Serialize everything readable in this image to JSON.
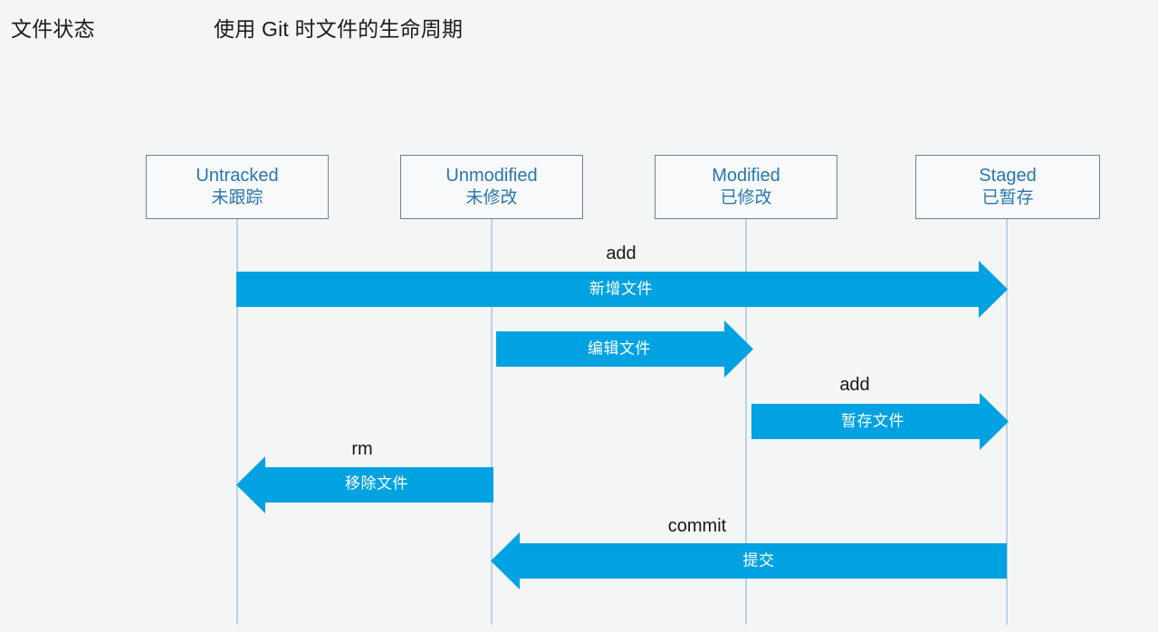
{
  "header": {
    "left_label": "文件状态",
    "title": "使用 Git 时文件的生命周期"
  },
  "colors": {
    "background": "#f4f5f5",
    "arrow_blue": "#00a2e1",
    "box_border": "#6b8299",
    "box_text": "#2b76ab",
    "lifeline": "#bcd2e3",
    "command_text": "#171717",
    "arrow_label_text": "#ffffff"
  },
  "actors": [
    {
      "id": "untracked",
      "en": "Untracked",
      "zh": "未跟踪"
    },
    {
      "id": "unmodified",
      "en": "Unmodified",
      "zh": "未修改"
    },
    {
      "id": "modified",
      "en": "Modified",
      "zh": "已修改"
    },
    {
      "id": "staged",
      "en": "Staged",
      "zh": "已暂存"
    }
  ],
  "transitions": [
    {
      "id": "add-new-file",
      "command": "add",
      "label": "新增文件",
      "from": "untracked",
      "to": "staged",
      "direction": "right"
    },
    {
      "id": "edit-file",
      "command": "",
      "label": "编辑文件",
      "from": "unmodified",
      "to": "modified",
      "direction": "right"
    },
    {
      "id": "add-stage-file",
      "command": "add",
      "label": "暂存文件",
      "from": "modified",
      "to": "staged",
      "direction": "right"
    },
    {
      "id": "rm-remove-file",
      "command": "rm",
      "label": "移除文件",
      "from": "unmodified",
      "to": "untracked",
      "direction": "left"
    },
    {
      "id": "commit",
      "command": "commit",
      "label": "提交",
      "from": "staged",
      "to": "unmodified",
      "direction": "left"
    }
  ]
}
